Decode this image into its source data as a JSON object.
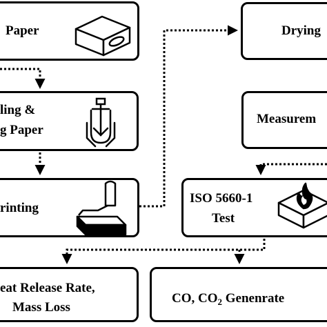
{
  "nodes": {
    "paper": {
      "label": "Paper"
    },
    "drying": {
      "label": "Drying"
    },
    "coating": {
      "line1": "ling &",
      "line2": "g Paper"
    },
    "measurement": {
      "label": "Measurem"
    },
    "printing": {
      "label": "rinting"
    },
    "iso_test": {
      "line1": "ISO 5660-1",
      "line2": "Test"
    },
    "heat_release": {
      "line1": "eat Release Rate,",
      "line2": "Mass Loss"
    },
    "gas": {
      "prefix": "CO, CO",
      "subscript": "2",
      "suffix": " Genenrate"
    }
  },
  "icons": [
    "paper-box-icon",
    "mixer-vessel-icon",
    "printer-icon",
    "cone-calorimeter-icon"
  ],
  "colors": {
    "stroke": "#000000",
    "background": "#ffffff"
  }
}
